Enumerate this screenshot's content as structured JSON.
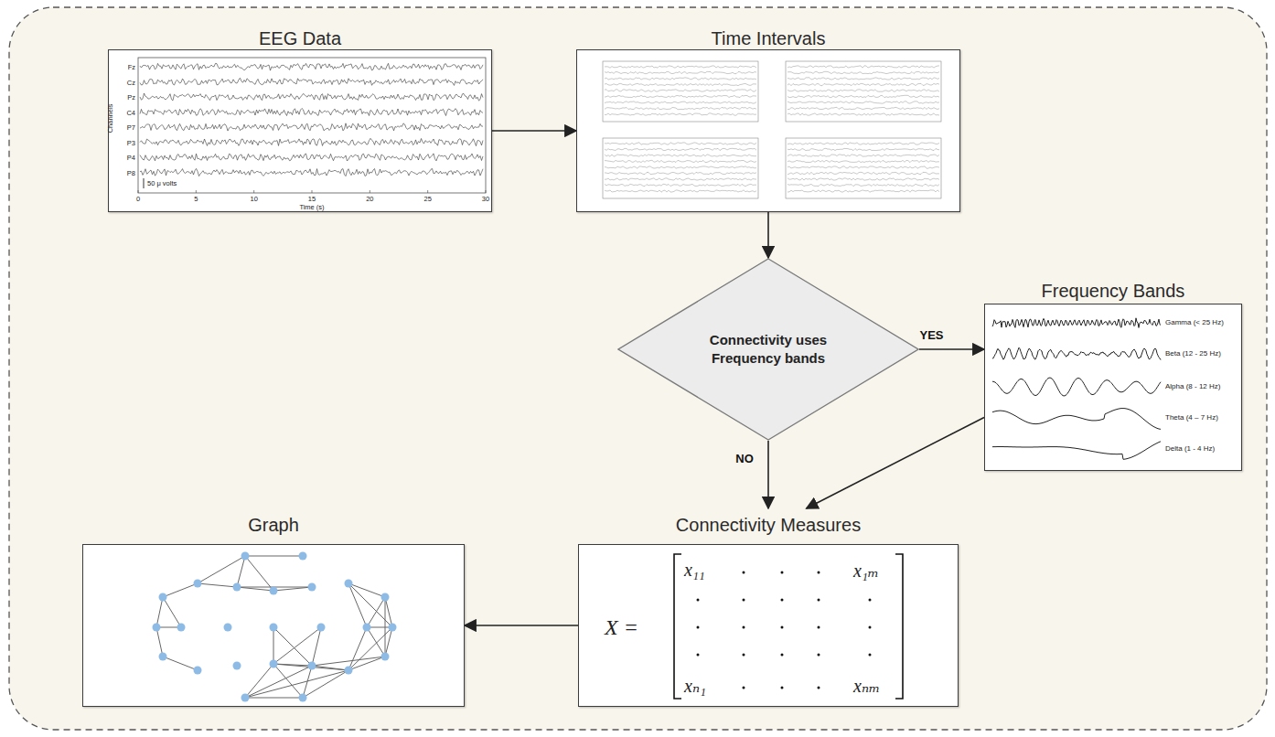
{
  "diagram": {
    "nodes": [
      {
        "text": [
          "EEG Data"
        ]
      },
      {
        "text": [
          "Time Intervals"
        ]
      },
      {
        "text": [
          "Connectivity uses Frequency bands"
        ]
      },
      {
        "text": [
          "Frequency Bands",
          "Gamma (< 25 Hz)",
          "Beta (12 - 25 Hz)",
          "Alpha (8 - 12 Hz)",
          "Theta (4 – 7 Hz)",
          "Delta (1 - 4 Hz)"
        ]
      },
      {
        "text": [
          "Connectivity Measures",
          "X =",
          "x₁₁",
          "x₁ₘ",
          "xₙ₁",
          "xₙₘ"
        ]
      },
      {
        "text": [
          "Graph"
        ]
      }
    ],
    "edges": [
      {
        "from": 0,
        "to": 1,
        "arrow": "to"
      },
      {
        "from": 1,
        "to": 2,
        "arrow": "to"
      },
      {
        "from": 2,
        "to": 3,
        "label": "YES",
        "arrow": "to"
      },
      {
        "from": 2,
        "to": 4,
        "label": "NO",
        "arrow": "to"
      },
      {
        "from": 3,
        "to": 4,
        "arrow": "to"
      },
      {
        "from": 4,
        "to": 5,
        "arrow": "to"
      }
    ],
    "labels": [
      "Fz",
      "Cz",
      "Pz",
      "C4",
      "P7",
      "P3",
      "P4",
      "P8",
      "Channels",
      "0",
      "5",
      "10",
      "15",
      "20",
      "25",
      "30",
      "Time (s)",
      "50 μ volts"
    ]
  }
}
